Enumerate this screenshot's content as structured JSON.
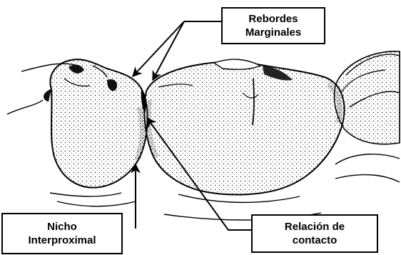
{
  "labels": {
    "rebordes_marginales": "Rebordes\nMarginales",
    "nicho_interproximal": "Nicho\nInterproximal",
    "relacion_de_contacto": "Relación de\ncontacto"
  },
  "colors": {
    "ink": "#000000",
    "background": "#ffffff",
    "stipple": "#1a1a1a"
  }
}
